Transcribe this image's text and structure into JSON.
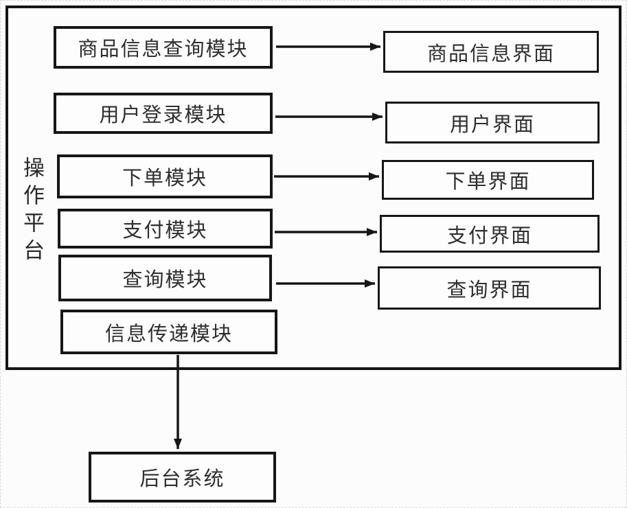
{
  "diagram": {
    "platform_label": "操作平台",
    "modules": [
      {
        "label": "商品信息查询模块"
      },
      {
        "label": "用户登录模块"
      },
      {
        "label": "下单模块"
      },
      {
        "label": "支付模块"
      },
      {
        "label": "查询模块"
      },
      {
        "label": "信息传递模块"
      }
    ],
    "interfaces": [
      {
        "label": "商品信息界面"
      },
      {
        "label": "用户界面"
      },
      {
        "label": "下单界面"
      },
      {
        "label": "支付界面"
      },
      {
        "label": "查询界面"
      }
    ],
    "backend": {
      "label": "后台系统"
    },
    "connections": [
      {
        "from": "商品信息查询模块",
        "to": "商品信息界面"
      },
      {
        "from": "用户登录模块",
        "to": "用户界面"
      },
      {
        "from": "下单模块",
        "to": "下单界面"
      },
      {
        "from": "支付模块",
        "to": "支付界面"
      },
      {
        "from": "查询模块",
        "to": "查询界面"
      },
      {
        "from": "信息传递模块",
        "to": "后台系统"
      }
    ],
    "colors": {
      "line": "#161616",
      "text": "#2e2e2e",
      "background": "#fcfcfc",
      "box_fill": "#fdfdfd"
    }
  }
}
